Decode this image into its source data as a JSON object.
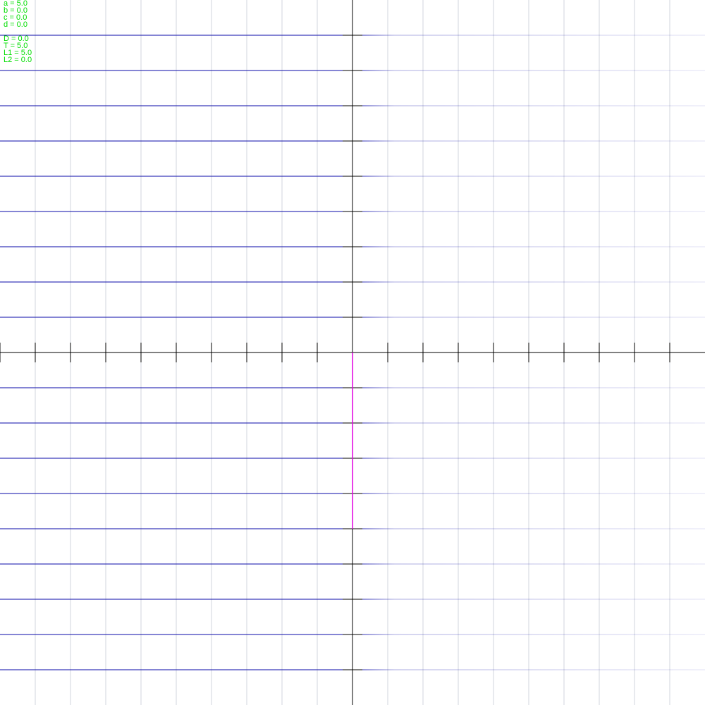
{
  "readout": {
    "group1": [
      "a = 5.0",
      "b = 0.0",
      "c = 0.0",
      "d = 0.0"
    ],
    "group2": [
      "D = 0.0",
      "T = 5.0",
      "L1 = 5.0",
      "L2 = 0.0"
    ]
  },
  "plot": {
    "x_range": [
      -10,
      10
    ],
    "y_range": [
      -10,
      10
    ],
    "grid_step": 1,
    "vector_segment": {
      "from": [
        0,
        0
      ],
      "to": [
        0,
        -5
      ]
    }
  },
  "colors": {
    "background": "#ffffff",
    "grid_vertical": "#d0d4de",
    "grid_horizontal": "#0a0aa8",
    "axes": "#000000",
    "segment": "#e000e0",
    "readout_text": "#00dd00"
  }
}
